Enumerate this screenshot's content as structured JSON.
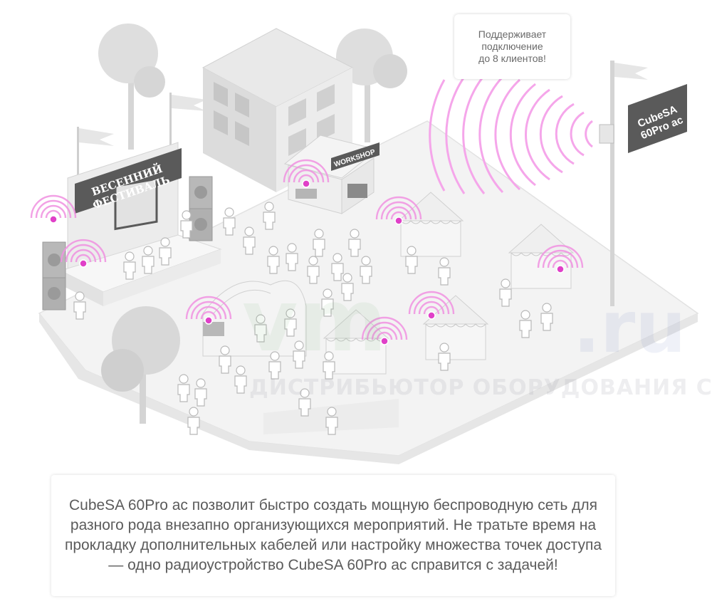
{
  "callout": {
    "lines": [
      "Поддерживает",
      "подключение",
      "до 8 клиентов!"
    ]
  },
  "signs": {
    "stage": [
      "ВЕСЕННИЙ",
      "ФЕСТИВАЛЬ"
    ],
    "workshop": "WORKSHOP",
    "device": [
      "CubeSA",
      "60Pro ac"
    ]
  },
  "watermark": {
    "logo": "vm",
    "tld": ".ru",
    "slogan": "ДИСТРИБЬЮТОР ОБОРУДОВАНИЯ СВЯЗИ"
  },
  "caption": {
    "text": "CubeSA 60Pro ac позволит быстро создать мощную беспроводную сеть для разного рода внезапно организующихся мероприятий. Не тратьте время на прокладку дополнительных кабелей или настройку множества точек доступа — одно радиоустройство CubeSA 60Pro ac справится с задачей!"
  },
  "colors": {
    "signal": "#e040c8",
    "wifi_arc": "#f090e0",
    "ground": "#f2f2f2",
    "building": "#e4e4e4",
    "sign_dark": "#5a5a5a"
  }
}
